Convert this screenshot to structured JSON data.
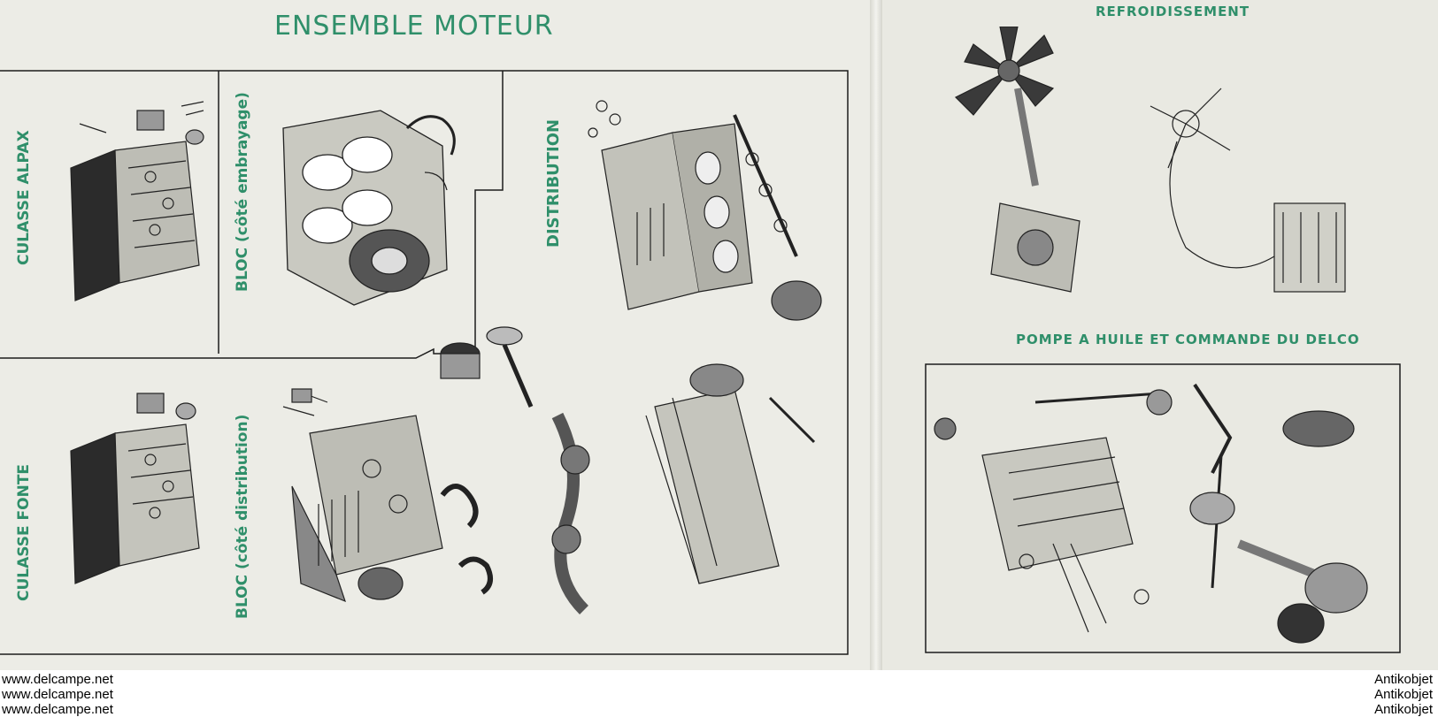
{
  "titles": {
    "main": "ENSEMBLE MOTEUR",
    "refroidissement": "REFROIDISSEMENT",
    "pompe": "POMPE A HUILE ET COMMANDE DU DELCO"
  },
  "sections": {
    "culasse_alpax": "CULASSE ALPAX",
    "bloc_embrayage": "BLOC (côté embrayage)",
    "distribution": "DISTRIBUTION",
    "culasse_fonte": "CULASSE FONTE",
    "bloc_distribution": "BLOC (côté distribution)"
  },
  "watermark": {
    "left": [
      "www.delcampe.net",
      "www.delcampe.net",
      "www.delcampe.net"
    ],
    "right": [
      "Antikobjet",
      "Antikobjet",
      "Antikobjet"
    ]
  },
  "colors": {
    "title_green": "#2f8f6a",
    "paper": "#ecece6",
    "ink": "#1c1c1c"
  }
}
